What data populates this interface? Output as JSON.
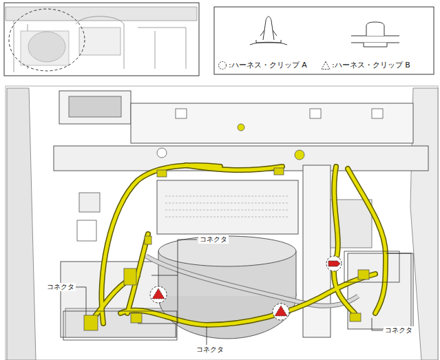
{
  "diagram": {
    "labels": [
      "コネクタ",
      "コネクタ",
      "コネクタ",
      "コネクタ"
    ],
    "legend": [
      {
        "text": ":ハーネス・クリップ A"
      },
      {
        "text": ":ハーネス・クリップ B"
      }
    ]
  }
}
